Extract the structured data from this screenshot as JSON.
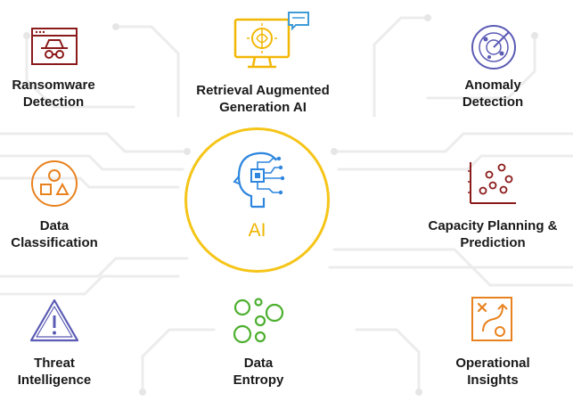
{
  "center": {
    "label": "AI",
    "icon": "ai-head-circuit-icon"
  },
  "features": [
    {
      "id": "ransomware",
      "line1": "Ransomware",
      "line2": "Detection",
      "icon": "incognito-browser-icon",
      "color": "#8b1a1a"
    },
    {
      "id": "rag",
      "line1": "Retrieval Augmented",
      "line2": "Generation AI",
      "icon": "brain-monitor-icon",
      "color": "#f2b705"
    },
    {
      "id": "anomaly",
      "line1": "Anomaly",
      "line2": "Detection",
      "icon": "radar-icon",
      "color": "#5b5bb5"
    },
    {
      "id": "classification",
      "line1": "Data",
      "line2": "Classification",
      "icon": "shapes-icon",
      "color": "#e8821e"
    },
    {
      "id": "capacity",
      "line1": "Capacity Planning &",
      "line2": "Prediction",
      "icon": "scatter-plot-icon",
      "color": "#8b1a1a"
    },
    {
      "id": "threat",
      "line1": "Threat",
      "line2": "Intelligence",
      "icon": "warning-triangle-icon",
      "color": "#5b5bb5"
    },
    {
      "id": "entropy",
      "line1": "Data",
      "line2": "Entropy",
      "icon": "scattered-circles-icon",
      "color": "#4caf2e"
    },
    {
      "id": "operational",
      "line1": "Operational",
      "line2": "Insights",
      "icon": "strategy-board-icon",
      "color": "#e8821e"
    }
  ]
}
